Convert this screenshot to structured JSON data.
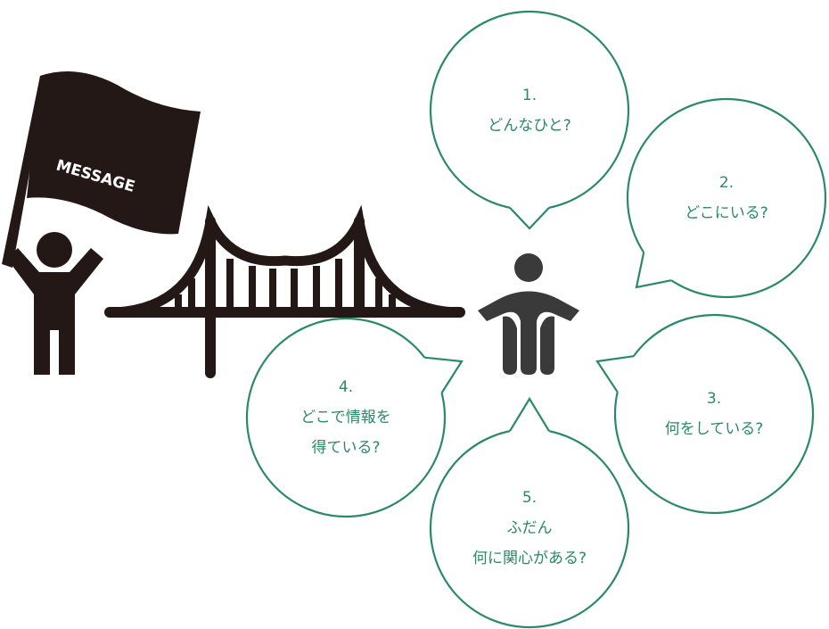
{
  "flag_text": "MESSAGE",
  "colors": {
    "accent": "#2a8a68",
    "ink": "#231815",
    "person": "#3a3a3a"
  },
  "bubbles": [
    {
      "number": "1.",
      "lines": [
        "どんなひと?"
      ]
    },
    {
      "number": "2.",
      "lines": [
        "どこにいる?"
      ]
    },
    {
      "number": "3.",
      "lines": [
        "何をしている?"
      ]
    },
    {
      "number": "4.",
      "lines": [
        "どこで情報を",
        "得ている?"
      ]
    },
    {
      "number": "5.",
      "lines": [
        "ふだん",
        "何に関心がある?"
      ]
    }
  ]
}
